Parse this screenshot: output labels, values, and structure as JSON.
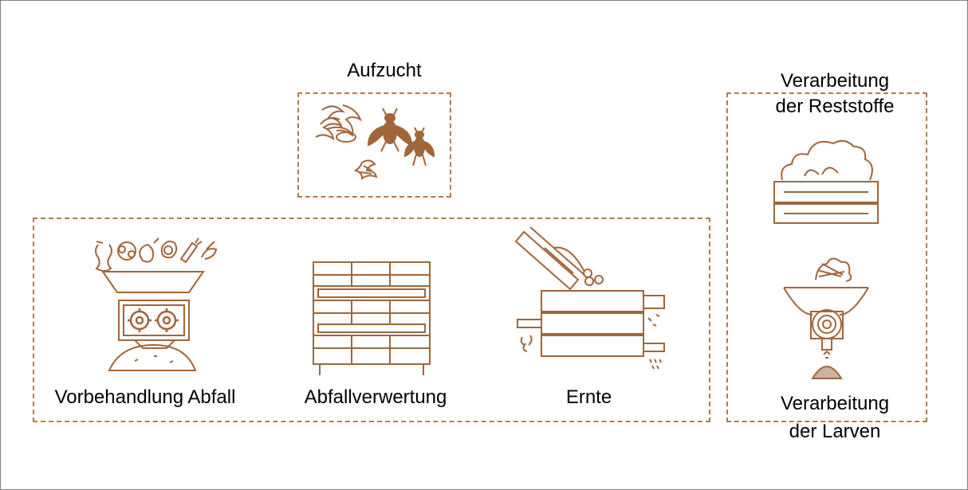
{
  "colors": {
    "accent": "#a0663a",
    "box_border": "#b07a4a",
    "frame": "#7f7f7f"
  },
  "labels": {
    "rearing": "Aufzucht",
    "residue_processing_line1": "Verarbeitung",
    "residue_processing_line2": "der Reststoffe",
    "waste_pretreatment": "Vorbehandlung Abfall",
    "waste_utilization": "Abfallverwertung",
    "harvest": "Ernte",
    "larvae_processing_line1": "Verarbeitung",
    "larvae_processing_line2": "der Larven"
  },
  "icons": {
    "rearing": "larvae-and-flies-icon",
    "pretreatment": "waste-shredder-icon",
    "utilization": "larvae-rack-icon",
    "harvest": "sieve-harvest-icon",
    "residue": "compost-crate-icon",
    "larvae": "larvae-grinder-icon"
  }
}
